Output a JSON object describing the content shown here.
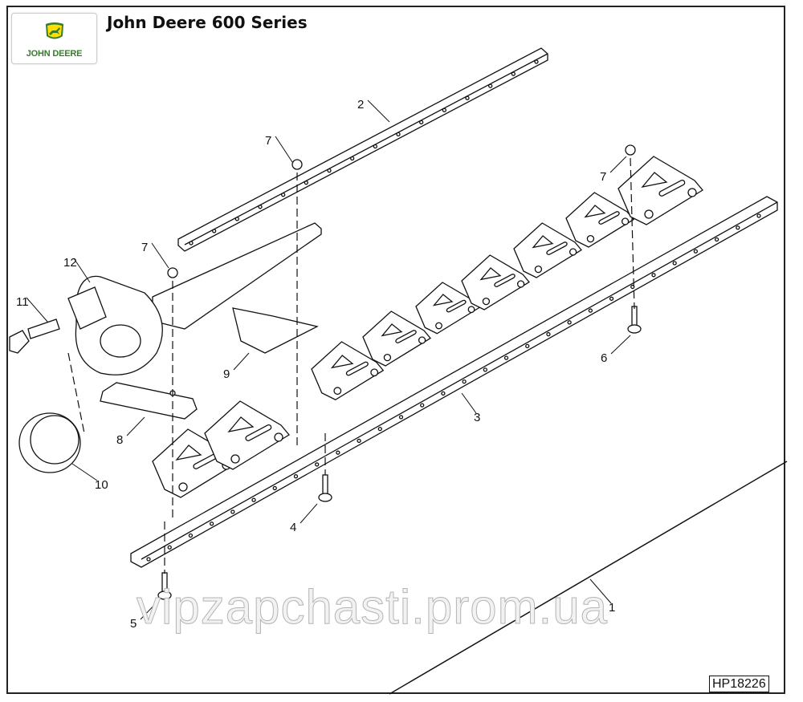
{
  "header": {
    "title": "John Deere 600 Series",
    "logo_text": "JOHN DEERE"
  },
  "colors": {
    "brand_green": "#367c2b",
    "brand_yellow": "#ffde00",
    "line": "#111111"
  },
  "figure_id": "HP18226",
  "watermark": "vipzapchasti.prom.ua",
  "callouts": [
    "1",
    "2",
    "3",
    "4",
    "5",
    "6",
    "7",
    "7",
    "7",
    "8",
    "9",
    "10",
    "11",
    "12"
  ]
}
